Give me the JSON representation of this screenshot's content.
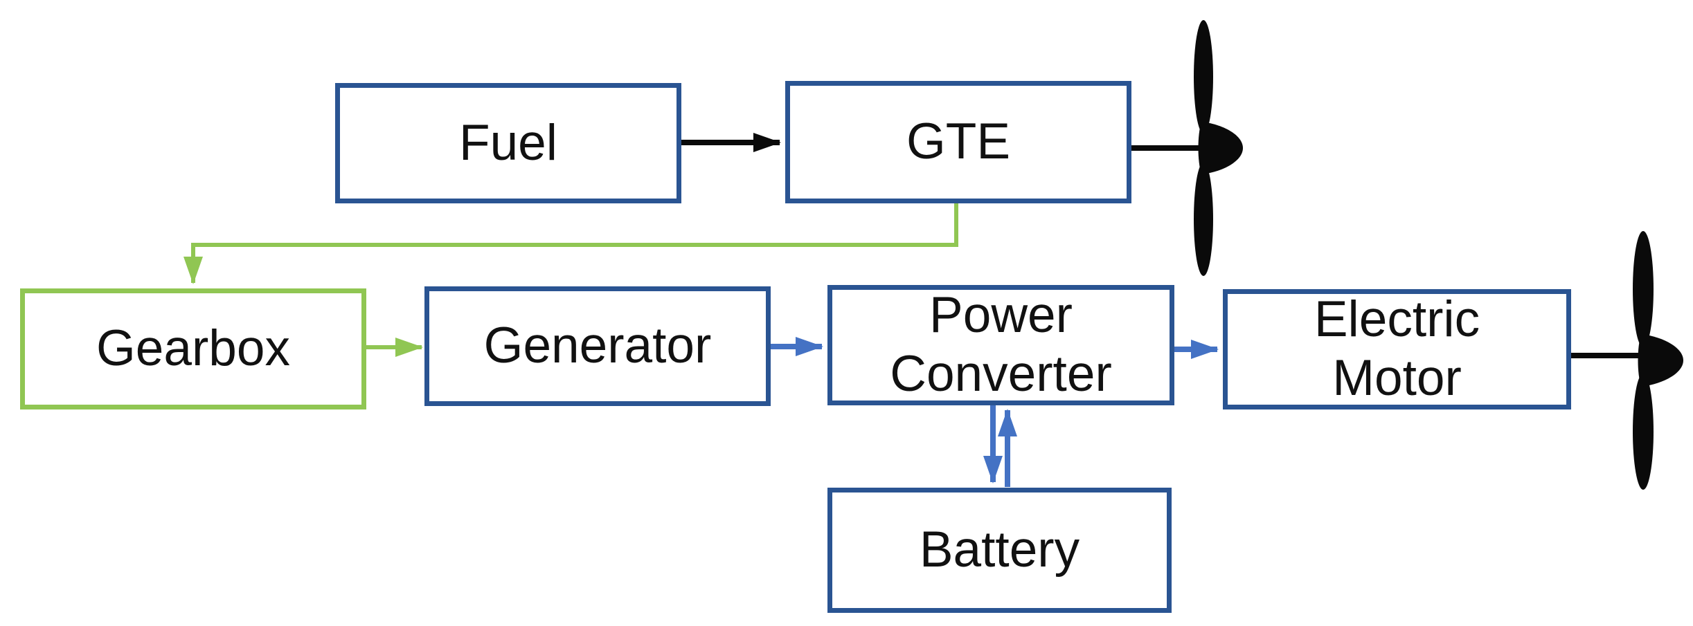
{
  "diagram": {
    "kind": "block-diagram",
    "description": "Hybrid gas-turbine / electric propulsion system block diagram",
    "background": "#ffffff",
    "colors": {
      "box_border_blue": "#2a5492",
      "box_border_green": "#90c653",
      "arrow_black": "#0a0a0a",
      "arrow_green": "#90c653",
      "arrow_blue": "#4472c4",
      "text": "#111111",
      "propeller": "#0a0a0a"
    },
    "nodes": [
      {
        "id": "fuel",
        "label": "Fuel",
        "border_color": "#2a5492"
      },
      {
        "id": "gte",
        "label": "GTE",
        "border_color": "#2a5492"
      },
      {
        "id": "gearbox",
        "label": "Gearbox",
        "border_color": "#90c653"
      },
      {
        "id": "generator",
        "label": "Generator",
        "border_color": "#2a5492"
      },
      {
        "id": "power-converter",
        "label": "Power Converter",
        "border_color": "#2a5492"
      },
      {
        "id": "electric-motor",
        "label": "Electric Motor",
        "border_color": "#2a5492"
      },
      {
        "id": "battery",
        "label": "Battery",
        "border_color": "#2a5492"
      }
    ],
    "edges": [
      {
        "from": "Fuel",
        "to": "GTE",
        "color": "black",
        "style": "arrow"
      },
      {
        "from": "GTE",
        "to": "Gearbox",
        "color": "green",
        "style": "elbow-arrow"
      },
      {
        "from": "Gearbox",
        "to": "Generator",
        "color": "green",
        "style": "arrow"
      },
      {
        "from": "Generator",
        "to": "Power Converter",
        "color": "blue",
        "style": "arrow"
      },
      {
        "from": "Power Converter",
        "to": "Electric Motor",
        "color": "blue",
        "style": "arrow"
      },
      {
        "from": "Power Converter",
        "to": "Battery",
        "color": "blue",
        "style": "arrow"
      },
      {
        "from": "Battery",
        "to": "Power Converter",
        "color": "blue",
        "style": "arrow"
      },
      {
        "from": "GTE",
        "to": "propeller",
        "color": "black",
        "style": "shaft"
      },
      {
        "from": "Electric Motor",
        "to": "propeller",
        "color": "black",
        "style": "shaft"
      }
    ],
    "icons": [
      {
        "name": "propeller-icon",
        "attached_to": "GTE"
      },
      {
        "name": "propeller-icon",
        "attached_to": "Electric Motor"
      }
    ]
  }
}
